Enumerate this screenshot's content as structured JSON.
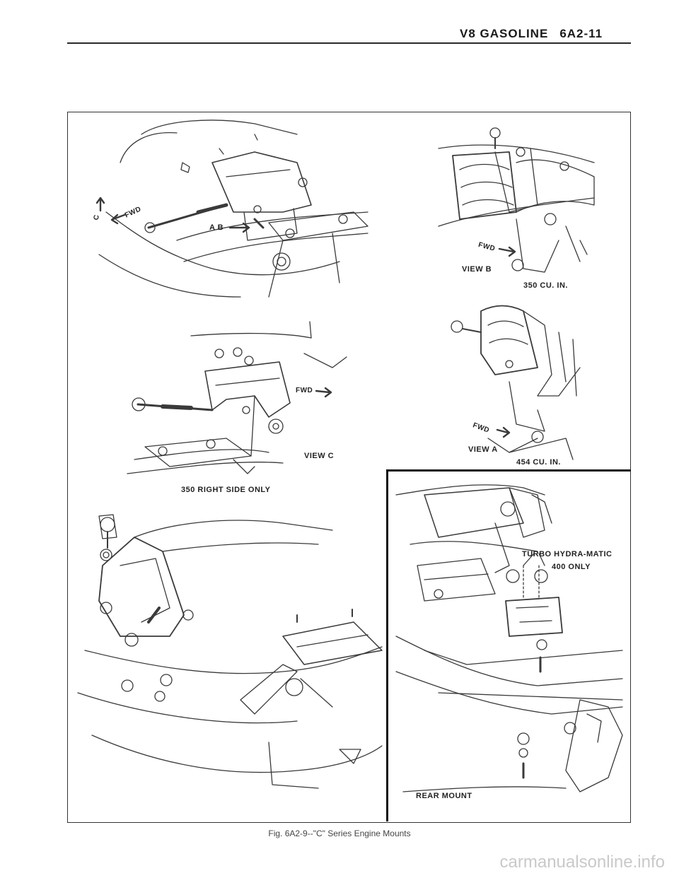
{
  "header": {
    "section": "V8 GASOLINE",
    "page": "6A2-11"
  },
  "labels": {
    "fwd_a": "FWD",
    "ab": "A B",
    "c": "C",
    "fwd_b": "FWD",
    "view_b": "VIEW B",
    "cu_350": "350 CU. IN.",
    "fwd_c": "FWD",
    "view_c": "VIEW C",
    "right_side_only": "350 RIGHT SIDE ONLY",
    "fwd_d": "FWD",
    "view_a": "VIEW A",
    "cu_454": "454 CU. IN.",
    "turbo": "TURBO HYDRA-MATIC",
    "only_400": "400 ONLY",
    "rear_mount": "REAR MOUNT"
  },
  "caption": "Fig. 6A2-9--\"C\" Series Engine Mounts",
  "watermark": "carmanualsonline.info"
}
